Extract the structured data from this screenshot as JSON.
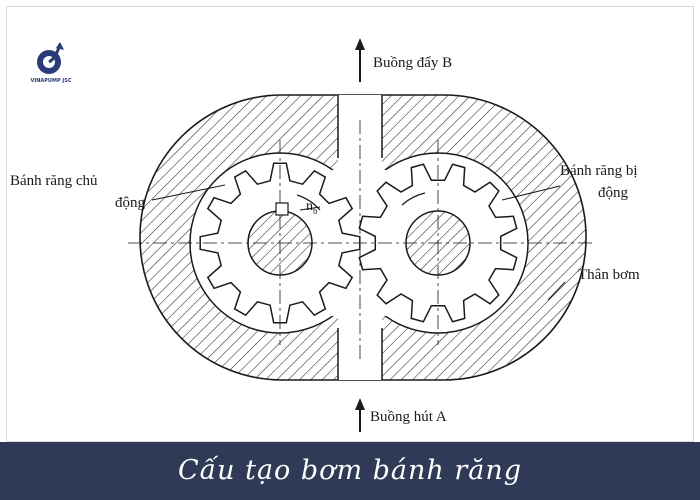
{
  "brand": {
    "logo_text": "VINAPUMP JSC",
    "logo_icon": "pump-logo-icon"
  },
  "labels": {
    "outlet": "Buồng đẩy B",
    "inlet": "Buồng hút A",
    "drive_gear_line1": "Bánh răng chủ",
    "drive_gear_line2": "động",
    "driven_gear_line1": "Bánh răng bị",
    "driven_gear_line2": "động",
    "housing": "Thân bơm",
    "speed_symbol": "n",
    "speed_subscript": "b"
  },
  "caption": "Cấu tạo bơm bánh răng",
  "colors": {
    "caption_bg": "#2f3a56",
    "line": "#1a1a1a",
    "logo": "#2a3a78"
  }
}
